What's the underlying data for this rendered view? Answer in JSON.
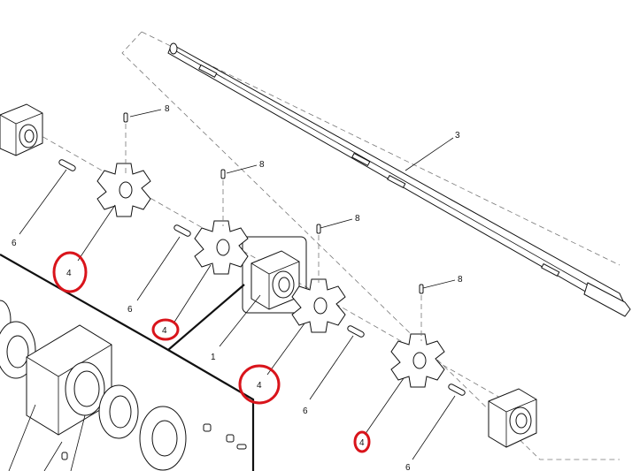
{
  "figure": {
    "title": "",
    "callouts": {
      "shaft": "3",
      "bearing": "1",
      "sprocket": "4",
      "key": "6",
      "pin": "8"
    },
    "highlight_color": "#d9141b",
    "line_color": "#111111"
  }
}
